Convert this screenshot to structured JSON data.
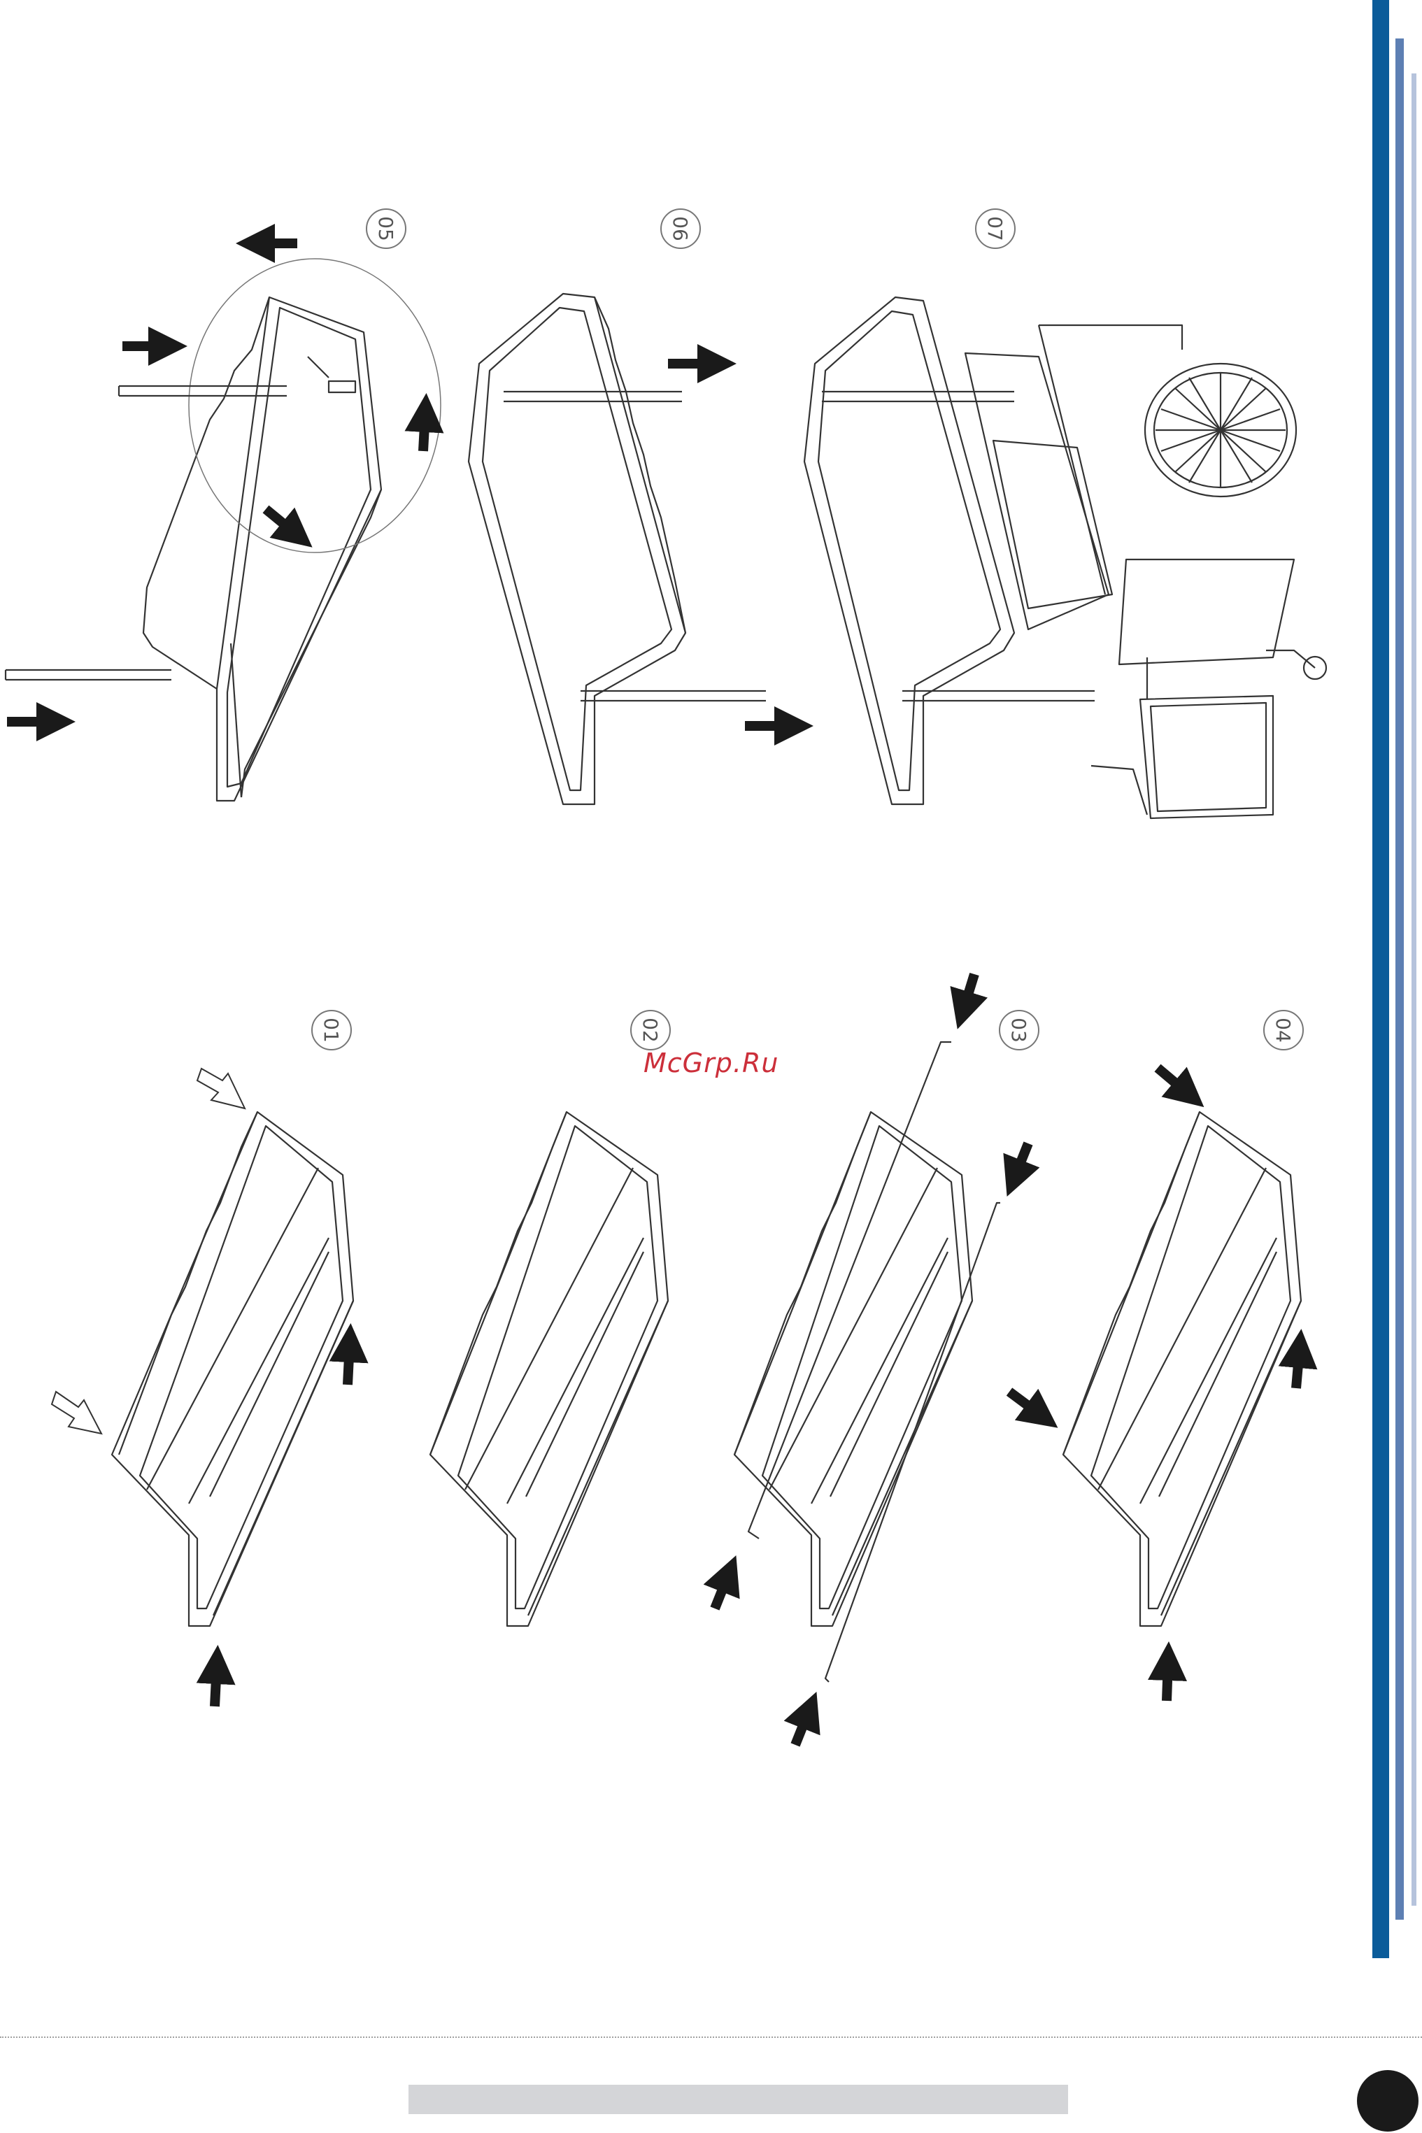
{
  "steps": [
    {
      "label": "05"
    },
    {
      "label": "06"
    },
    {
      "label": "07"
    },
    {
      "label": "01"
    },
    {
      "label": "02"
    },
    {
      "label": "03"
    },
    {
      "label": "04"
    }
  ],
  "watermark": "McGrp.Ru",
  "colors": {
    "side_bar_dark": "#0b5c9a",
    "side_bar_mid": "#5d7fb3",
    "side_bar_light": "#b6c3dc",
    "line": "#333333",
    "arrow": "#1a1a1a",
    "footer_box": "#d4d5d8"
  }
}
